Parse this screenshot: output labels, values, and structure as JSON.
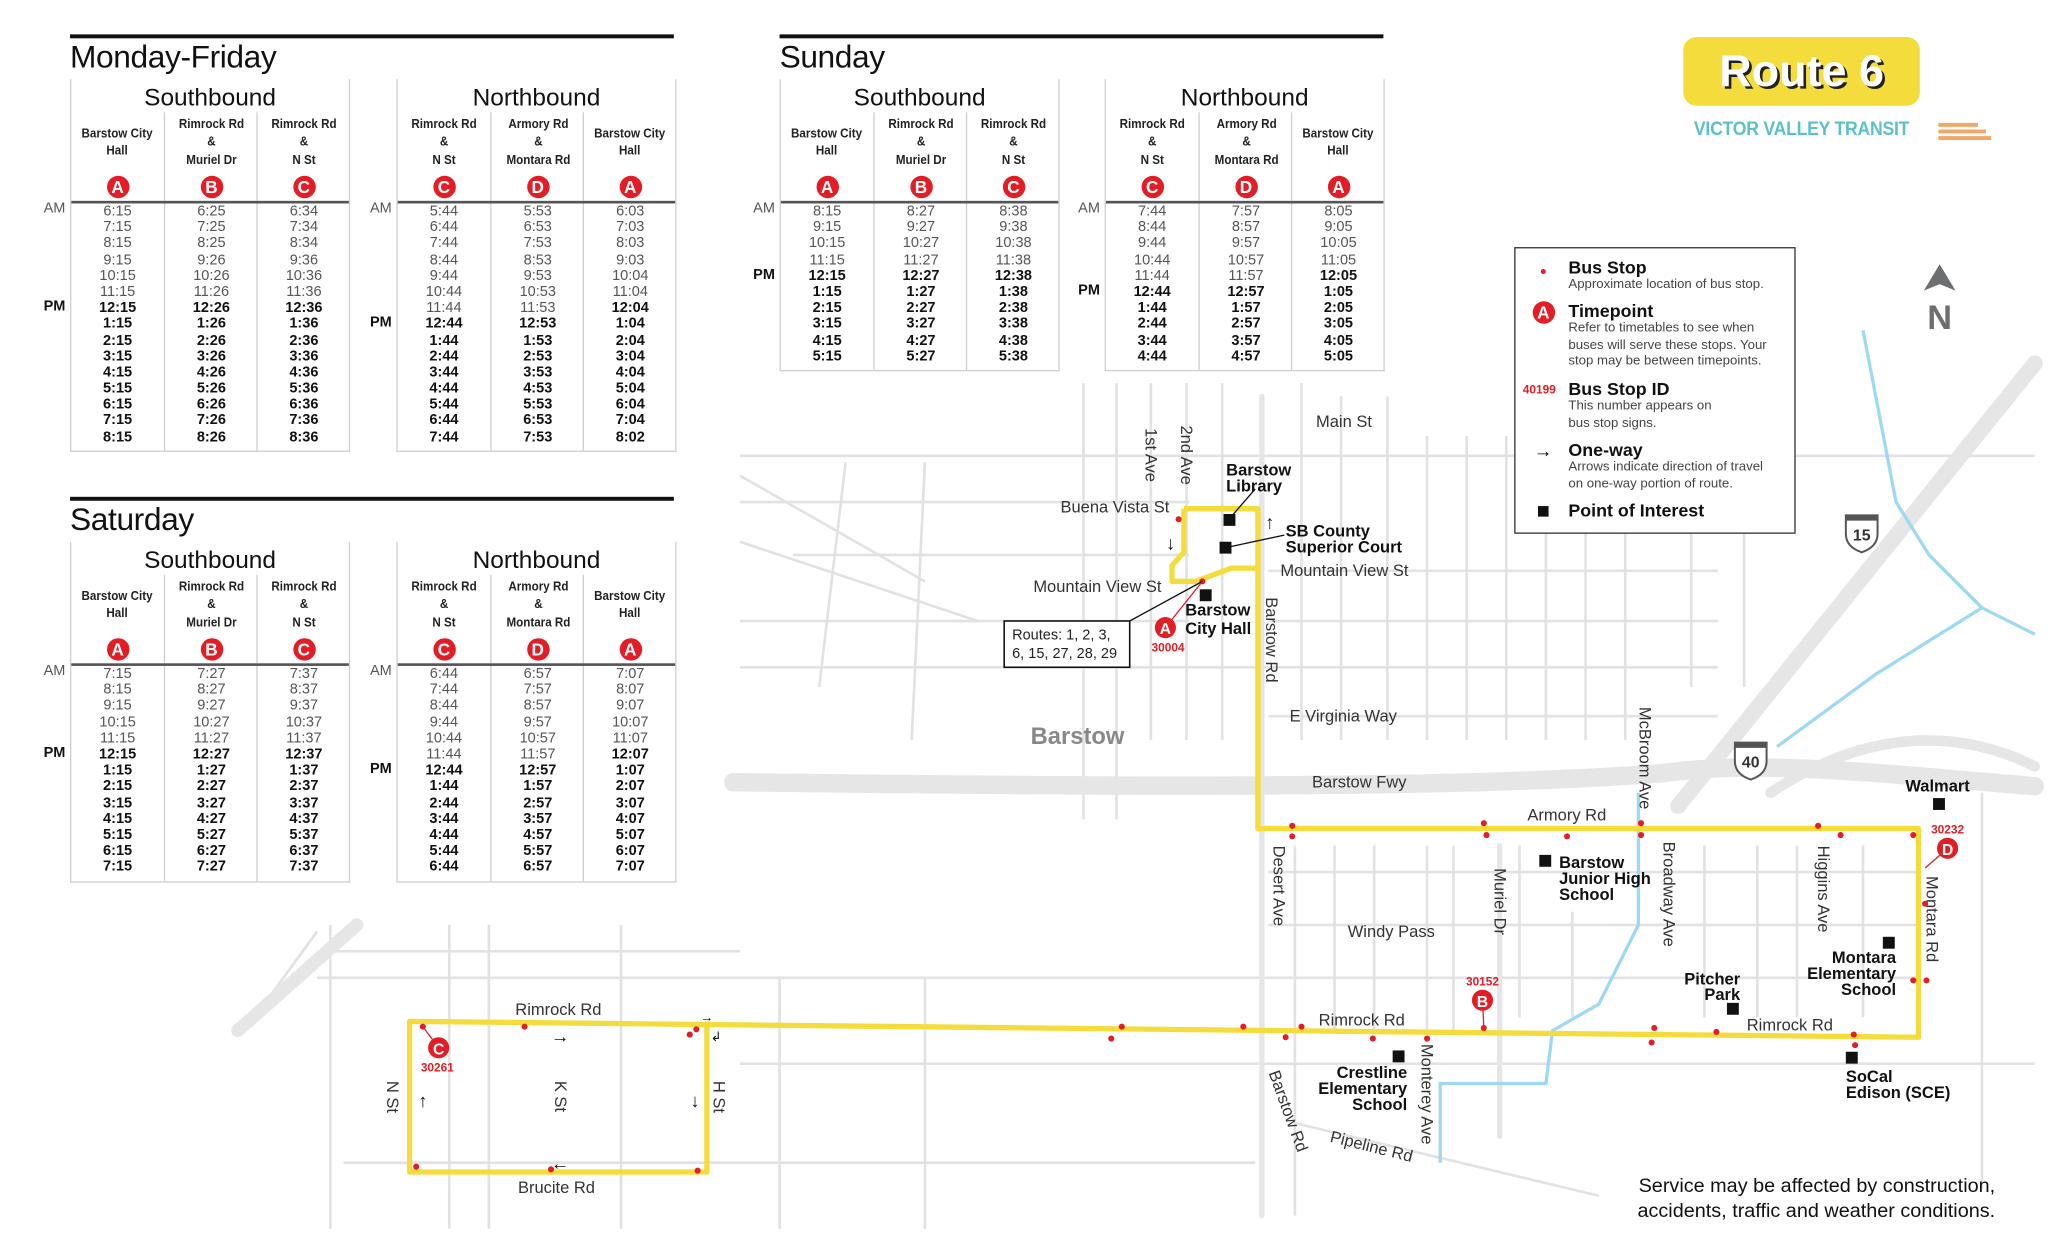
{
  "brand": {
    "route_title": "Route 6",
    "agency": "VICTOR VALLEY TRANSIT",
    "colors": {
      "route": "#f4dc3c",
      "timepoint": "#e31d25",
      "agency": "#5bc0c8",
      "agency_lines": "#f0a868",
      "water": "#9fd8f2"
    }
  },
  "labels": {
    "am": "AM",
    "pm": "PM"
  },
  "schedules": [
    {
      "day": "Monday-Friday",
      "directions": [
        {
          "name": "Southbound",
          "stops": [
            {
              "lines": [
                "Barstow City",
                "Hall"
              ],
              "tp": "A"
            },
            {
              "lines": [
                "Rimrock Rd",
                "&",
                "Muriel Dr"
              ],
              "tp": "B"
            },
            {
              "lines": [
                "Rimrock Rd",
                "&",
                "N St"
              ],
              "tp": "C"
            }
          ],
          "pm_row": 6,
          "bold_from": [
            6,
            6,
            6
          ],
          "rows": [
            [
              "6:15",
              "6:25",
              "6:34"
            ],
            [
              "7:15",
              "7:25",
              "7:34"
            ],
            [
              "8:15",
              "8:25",
              "8:34"
            ],
            [
              "9:15",
              "9:26",
              "9:36"
            ],
            [
              "10:15",
              "10:26",
              "10:36"
            ],
            [
              "11:15",
              "11:26",
              "11:36"
            ],
            [
              "12:15",
              "12:26",
              "12:36"
            ],
            [
              "1:15",
              "1:26",
              "1:36"
            ],
            [
              "2:15",
              "2:26",
              "2:36"
            ],
            [
              "3:15",
              "3:26",
              "3:36"
            ],
            [
              "4:15",
              "4:26",
              "4:36"
            ],
            [
              "5:15",
              "5:26",
              "5:36"
            ],
            [
              "6:15",
              "6:26",
              "6:36"
            ],
            [
              "7:15",
              "7:26",
              "7:36"
            ],
            [
              "8:15",
              "8:26",
              "8:36"
            ]
          ]
        },
        {
          "name": "Northbound",
          "stops": [
            {
              "lines": [
                "Rimrock Rd",
                "&",
                "N St"
              ],
              "tp": "C"
            },
            {
              "lines": [
                "Armory Rd",
                "&",
                "Montara Rd"
              ],
              "tp": "D"
            },
            {
              "lines": [
                "Barstow City",
                "Hall"
              ],
              "tp": "A"
            }
          ],
          "pm_row": 7,
          "bold_from": [
            7,
            7,
            6
          ],
          "rows": [
            [
              "5:44",
              "5:53",
              "6:03"
            ],
            [
              "6:44",
              "6:53",
              "7:03"
            ],
            [
              "7:44",
              "7:53",
              "8:03"
            ],
            [
              "8:44",
              "8:53",
              "9:03"
            ],
            [
              "9:44",
              "9:53",
              "10:04"
            ],
            [
              "10:44",
              "10:53",
              "11:04"
            ],
            [
              "11:44",
              "11:53",
              "12:04"
            ],
            [
              "12:44",
              "12:53",
              "1:04"
            ],
            [
              "1:44",
              "1:53",
              "2:04"
            ],
            [
              "2:44",
              "2:53",
              "3:04"
            ],
            [
              "3:44",
              "3:53",
              "4:04"
            ],
            [
              "4:44",
              "4:53",
              "5:04"
            ],
            [
              "5:44",
              "5:53",
              "6:04"
            ],
            [
              "6:44",
              "6:53",
              "7:04"
            ],
            [
              "7:44",
              "7:53",
              "8:02"
            ]
          ]
        }
      ]
    },
    {
      "day": "Saturday",
      "directions": [
        {
          "name": "Southbound",
          "stops": [
            {
              "lines": [
                "Barstow City",
                "Hall"
              ],
              "tp": "A"
            },
            {
              "lines": [
                "Rimrock Rd",
                "&",
                "Muriel Dr"
              ],
              "tp": "B"
            },
            {
              "lines": [
                "Rimrock Rd",
                "&",
                "N St"
              ],
              "tp": "C"
            }
          ],
          "pm_row": 5,
          "bold_from": [
            5,
            5,
            5
          ],
          "rows": [
            [
              "7:15",
              "7:27",
              "7:37"
            ],
            [
              "8:15",
              "8:27",
              "8:37"
            ],
            [
              "9:15",
              "9:27",
              "9:37"
            ],
            [
              "10:15",
              "10:27",
              "10:37"
            ],
            [
              "11:15",
              "11:27",
              "11:37"
            ],
            [
              "12:15",
              "12:27",
              "12:37"
            ],
            [
              "1:15",
              "1:27",
              "1:37"
            ],
            [
              "2:15",
              "2:27",
              "2:37"
            ],
            [
              "3:15",
              "3:27",
              "3:37"
            ],
            [
              "4:15",
              "4:27",
              "4:37"
            ],
            [
              "5:15",
              "5:27",
              "5:37"
            ],
            [
              "6:15",
              "6:27",
              "6:37"
            ],
            [
              "7:15",
              "7:27",
              "7:37"
            ]
          ]
        },
        {
          "name": "Northbound",
          "stops": [
            {
              "lines": [
                "Rimrock Rd",
                "&",
                "N St"
              ],
              "tp": "C"
            },
            {
              "lines": [
                "Armory Rd",
                "&",
                "Montara Rd"
              ],
              "tp": "D"
            },
            {
              "lines": [
                "Barstow City",
                "Hall"
              ],
              "tp": "A"
            }
          ],
          "pm_row": 6,
          "bold_from": [
            6,
            6,
            5
          ],
          "rows": [
            [
              "6:44",
              "6:57",
              "7:07"
            ],
            [
              "7:44",
              "7:57",
              "8:07"
            ],
            [
              "8:44",
              "8:57",
              "9:07"
            ],
            [
              "9:44",
              "9:57",
              "10:07"
            ],
            [
              "10:44",
              "10:57",
              "11:07"
            ],
            [
              "11:44",
              "11:57",
              "12:07"
            ],
            [
              "12:44",
              "12:57",
              "1:07"
            ],
            [
              "1:44",
              "1:57",
              "2:07"
            ],
            [
              "2:44",
              "2:57",
              "3:07"
            ],
            [
              "3:44",
              "3:57",
              "4:07"
            ],
            [
              "4:44",
              "4:57",
              "5:07"
            ],
            [
              "5:44",
              "5:57",
              "6:07"
            ],
            [
              "6:44",
              "6:57",
              "7:07"
            ]
          ]
        }
      ]
    },
    {
      "day": "Sunday",
      "directions": [
        {
          "name": "Southbound",
          "stops": [
            {
              "lines": [
                "Barstow City",
                "Hall"
              ],
              "tp": "A"
            },
            {
              "lines": [
                "Rimrock Rd",
                "&",
                "Muriel Dr"
              ],
              "tp": "B"
            },
            {
              "lines": [
                "Rimrock Rd",
                "&",
                "N St"
              ],
              "tp": "C"
            }
          ],
          "pm_row": 4,
          "bold_from": [
            4,
            4,
            4
          ],
          "rows": [
            [
              "8:15",
              "8:27",
              "8:38"
            ],
            [
              "9:15",
              "9:27",
              "9:38"
            ],
            [
              "10:15",
              "10:27",
              "10:38"
            ],
            [
              "11:15",
              "11:27",
              "11:38"
            ],
            [
              "12:15",
              "12:27",
              "12:38"
            ],
            [
              "1:15",
              "1:27",
              "1:38"
            ],
            [
              "2:15",
              "2:27",
              "2:38"
            ],
            [
              "3:15",
              "3:27",
              "3:38"
            ],
            [
              "4:15",
              "4:27",
              "4:38"
            ],
            [
              "5:15",
              "5:27",
              "5:38"
            ]
          ]
        },
        {
          "name": "Northbound",
          "stops": [
            {
              "lines": [
                "Rimrock Rd",
                "&",
                "N St"
              ],
              "tp": "C"
            },
            {
              "lines": [
                "Armory Rd",
                "&",
                "Montara Rd"
              ],
              "tp": "D"
            },
            {
              "lines": [
                "Barstow City",
                "Hall"
              ],
              "tp": "A"
            }
          ],
          "pm_row": 5,
          "bold_from": [
            5,
            5,
            4
          ],
          "rows": [
            [
              "7:44",
              "7:57",
              "8:05"
            ],
            [
              "8:44",
              "8:57",
              "9:05"
            ],
            [
              "9:44",
              "9:57",
              "10:05"
            ],
            [
              "10:44",
              "10:57",
              "11:05"
            ],
            [
              "11:44",
              "11:57",
              "12:05"
            ],
            [
              "12:44",
              "12:57",
              "1:05"
            ],
            [
              "1:44",
              "1:57",
              "2:05"
            ],
            [
              "2:44",
              "2:57",
              "3:05"
            ],
            [
              "3:44",
              "3:57",
              "4:05"
            ],
            [
              "4:44",
              "4:57",
              "5:05"
            ]
          ]
        }
      ]
    }
  ],
  "legend": {
    "bus_stop": {
      "title": "Bus Stop",
      "desc": [
        "Approximate location of bus stop."
      ]
    },
    "timepoint": {
      "symbol": "A",
      "title": "Timepoint",
      "desc": [
        "Refer to timetables to see when",
        "buses will serve these stops. Your",
        "stop may be between timepoints."
      ]
    },
    "stop_id": {
      "symbol": "40199",
      "title": "Bus Stop ID",
      "desc": [
        "This number appears on",
        "bus stop signs."
      ]
    },
    "one_way": {
      "symbol": "→",
      "title": "One-way",
      "desc": [
        "Arrows indicate direction of travel",
        "on one-way portion of route."
      ]
    },
    "poi": {
      "title": "Point of Interest"
    }
  },
  "map": {
    "city": "Barstow",
    "north": "N",
    "shields": {
      "i15": "15",
      "i40": "40"
    },
    "streets": {
      "main": "Main St",
      "first": "1st Ave",
      "second": "2nd Ave",
      "buena_vista": "Buena Vista St",
      "mtn_view_w": "Mountain View St",
      "mtn_view_e": "Mountain View St",
      "barstow_rd_n": "Barstow Rd",
      "virginia": "E Virginia Way",
      "fwy": "Barstow Fwy",
      "armory": "Armory Rd",
      "mcbroom": "McBroom Ave",
      "desert": "Desert Ave",
      "muriel": "Muriel Dr",
      "broadway": "Broadway Ave",
      "higgins": "Higgins Ave",
      "montara": "Montara Rd",
      "windy": "Windy Pass",
      "rimrock_w": "Rimrock Rd",
      "rimrock_c": "Rimrock Rd",
      "rimrock_e": "Rimrock Rd",
      "monterey": "Monterey Ave",
      "barstow_rd_s": "Barstow Rd",
      "pipeline": "Pipeline Rd",
      "n_st": "N St",
      "k_st": "K St",
      "h_st": "H St",
      "brucite": "Brucite Rd"
    },
    "pois": {
      "library": [
        "Barstow",
        "Library"
      ],
      "court": [
        "SB County",
        "Superior Court"
      ],
      "city_hall": [
        "Barstow",
        "City Hall"
      ],
      "jr_high": [
        "Barstow",
        "Junior High",
        "School"
      ],
      "walmart": [
        "Walmart"
      ],
      "montara_school": [
        "Montara",
        "Elementary",
        "School"
      ],
      "pitcher": [
        "Pitcher",
        "Park"
      ],
      "crestline": [
        "Crestline",
        "Elementary",
        "School"
      ],
      "sce": [
        "SoCal",
        "Edison (SCE)"
      ]
    },
    "transfer_box": [
      "Routes: 1, 2, 3,",
      "6, 15, 27, 28, 29"
    ],
    "timepoints": {
      "a": {
        "letter": "A",
        "id": "30004"
      },
      "b": {
        "letter": "B",
        "id": "30152"
      },
      "c": {
        "letter": "C",
        "id": "30261"
      },
      "d": {
        "letter": "D",
        "id": "30232"
      }
    }
  },
  "disclaimer": [
    "Service may be affected by construction,",
    "accidents, traffic and weather conditions."
  ]
}
